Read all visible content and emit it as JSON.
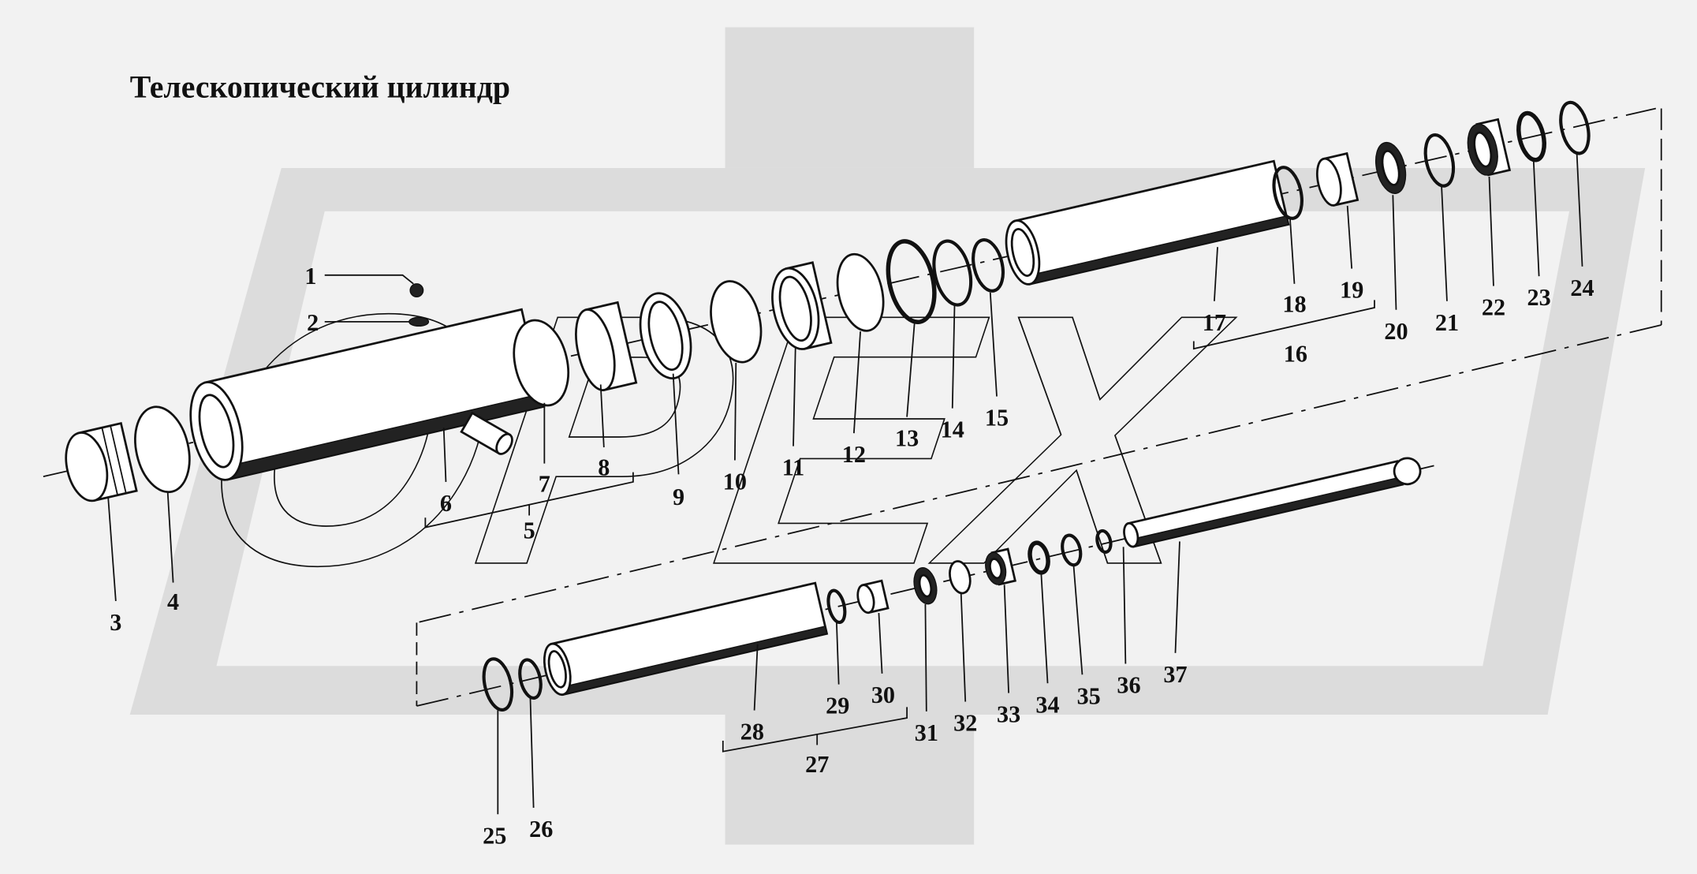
{
  "title": "Телескопический цилиндр",
  "watermark": "OPEX",
  "part_labels": [
    "1",
    "2",
    "3",
    "4",
    "5",
    "6",
    "7",
    "8",
    "9",
    "10",
    "11",
    "12",
    "13",
    "14",
    "15",
    "16",
    "17",
    "18",
    "19",
    "20",
    "21",
    "22",
    "23",
    "24",
    "25",
    "26",
    "27",
    "28",
    "29",
    "30",
    "31",
    "32",
    "33",
    "34",
    "35",
    "36",
    "37"
  ]
}
